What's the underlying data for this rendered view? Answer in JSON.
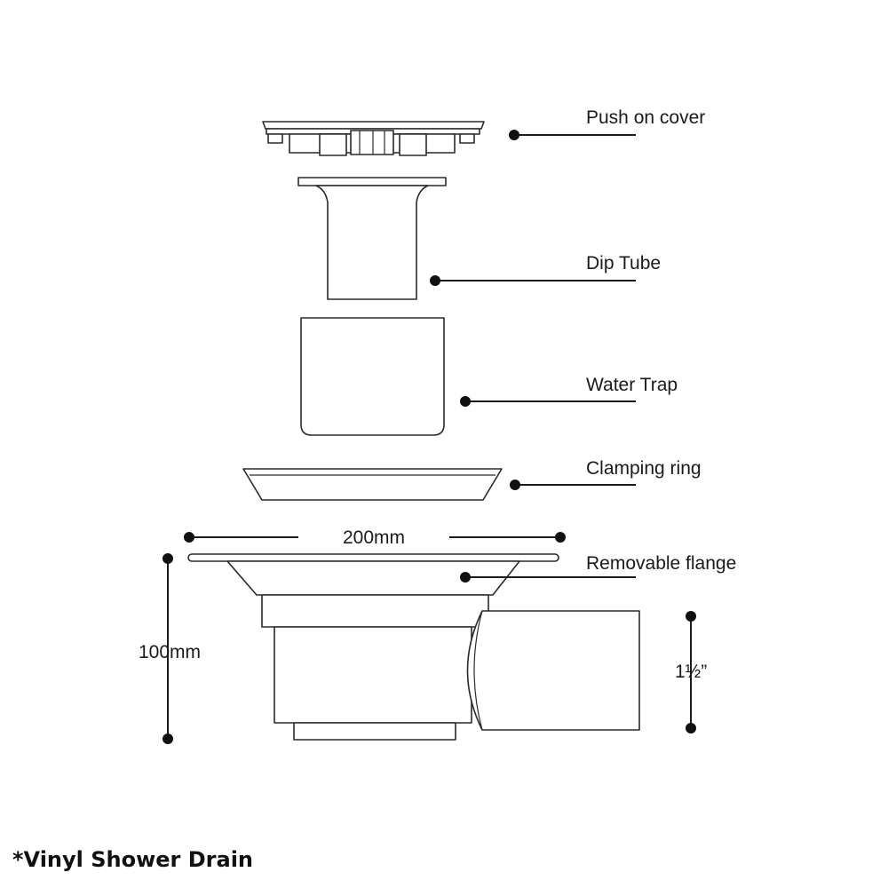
{
  "labels": {
    "push_on_cover": "Push on cover",
    "dip_tube": "Dip Tube",
    "water_trap": "Water Trap",
    "clamping_ring": "Clamping ring",
    "removable_flange": "Removable flange"
  },
  "dimensions": {
    "width": "200mm",
    "height": "100mm",
    "outlet": "1½”"
  },
  "caption": "*Vinyl Shower Drain"
}
